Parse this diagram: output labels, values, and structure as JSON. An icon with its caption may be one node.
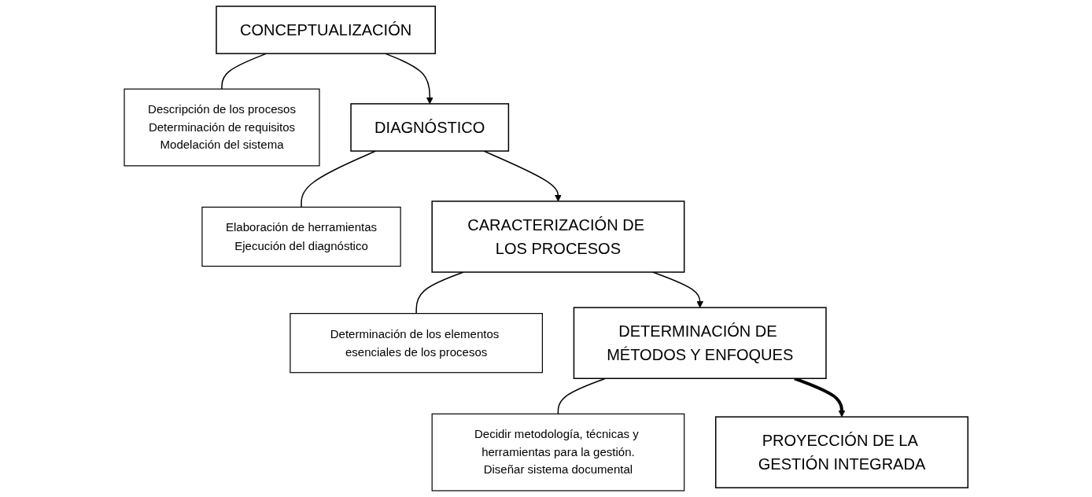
{
  "diagram": {
    "nodes": [
      {
        "text": [
          "CONCEPTUALIZACIÓN"
        ]
      },
      {
        "text": [
          "Descripción de los procesos",
          "Determinación de requisitos",
          "Modelación del sistema"
        ]
      },
      {
        "text": [
          "DIAGNÓSTICO"
        ]
      },
      {
        "text": [
          "Elaboración de herramientas",
          "Ejecución del diagnóstico"
        ]
      },
      {
        "text": [
          "CARACTERIZACIÓN DE LOS PROCESOS"
        ]
      },
      {
        "text": [
          "Determinación de los elementos esenciales de los procesos"
        ]
      },
      {
        "text": [
          "DETERMINACIÓN DE MÉTODOS Y ENFOQUES"
        ]
      },
      {
        "text": [
          "Decidir metodología, técnicas y herramientas para la gestión.",
          "Diseñar sistema documental"
        ]
      },
      {
        "text": [
          "PROYECCIÓN DE LA GESTIÓN INTEGRADA"
        ]
      }
    ],
    "edges": [
      {
        "from": 0,
        "to": 1,
        "arrow": "none"
      },
      {
        "from": 0,
        "to": 2,
        "arrow": "to"
      },
      {
        "from": 2,
        "to": 3,
        "arrow": "none"
      },
      {
        "from": 2,
        "to": 4,
        "arrow": "to"
      },
      {
        "from": 4,
        "to": 5,
        "arrow": "none"
      },
      {
        "from": 4,
        "to": 6,
        "arrow": "to"
      },
      {
        "from": 6,
        "to": 7,
        "arrow": "none"
      },
      {
        "from": 6,
        "to": 8,
        "arrow": "to",
        "style": "thick"
      }
    ]
  }
}
